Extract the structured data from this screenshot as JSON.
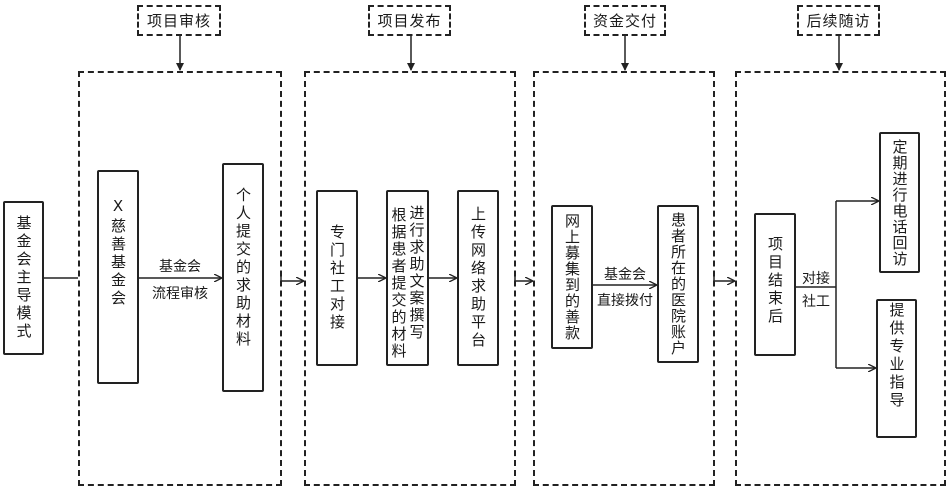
{
  "diagram": {
    "stages": [
      {
        "id": "review",
        "label": "项目审核"
      },
      {
        "id": "publish",
        "label": "项目发布"
      },
      {
        "id": "funding",
        "label": "资金交付"
      },
      {
        "id": "followup",
        "label": "后续随访"
      }
    ],
    "start_node": {
      "label": "基金会主导模式"
    },
    "nodes": {
      "foundation": {
        "label": "X慈善基金会"
      },
      "materials": {
        "label": "个人提交的求助材料"
      },
      "social_worker": {
        "label": "专门社工对接"
      },
      "write_copy": {
        "label_col1": "进行求助文案撰写",
        "label_col2": "根据患者提交的材料"
      },
      "upload": {
        "label": "上传网络求助平台"
      },
      "donations": {
        "label": "网上募集到的善款"
      },
      "hospital": {
        "label": "患者所在的医院账户"
      },
      "project_end": {
        "label": "项目结束后"
      },
      "phone_visit": {
        "label": "定期进行电话回访"
      },
      "guidance": {
        "label": "提供专业指导"
      }
    },
    "edge_labels": {
      "review_top": "基金会",
      "review_bottom": "流程审核",
      "pay_top": "基金会",
      "pay_bottom": "直接拨付",
      "followup_top": "对接",
      "followup_bottom": "社工"
    },
    "colors": {
      "line": "#222222",
      "background": "#ffffff"
    }
  }
}
